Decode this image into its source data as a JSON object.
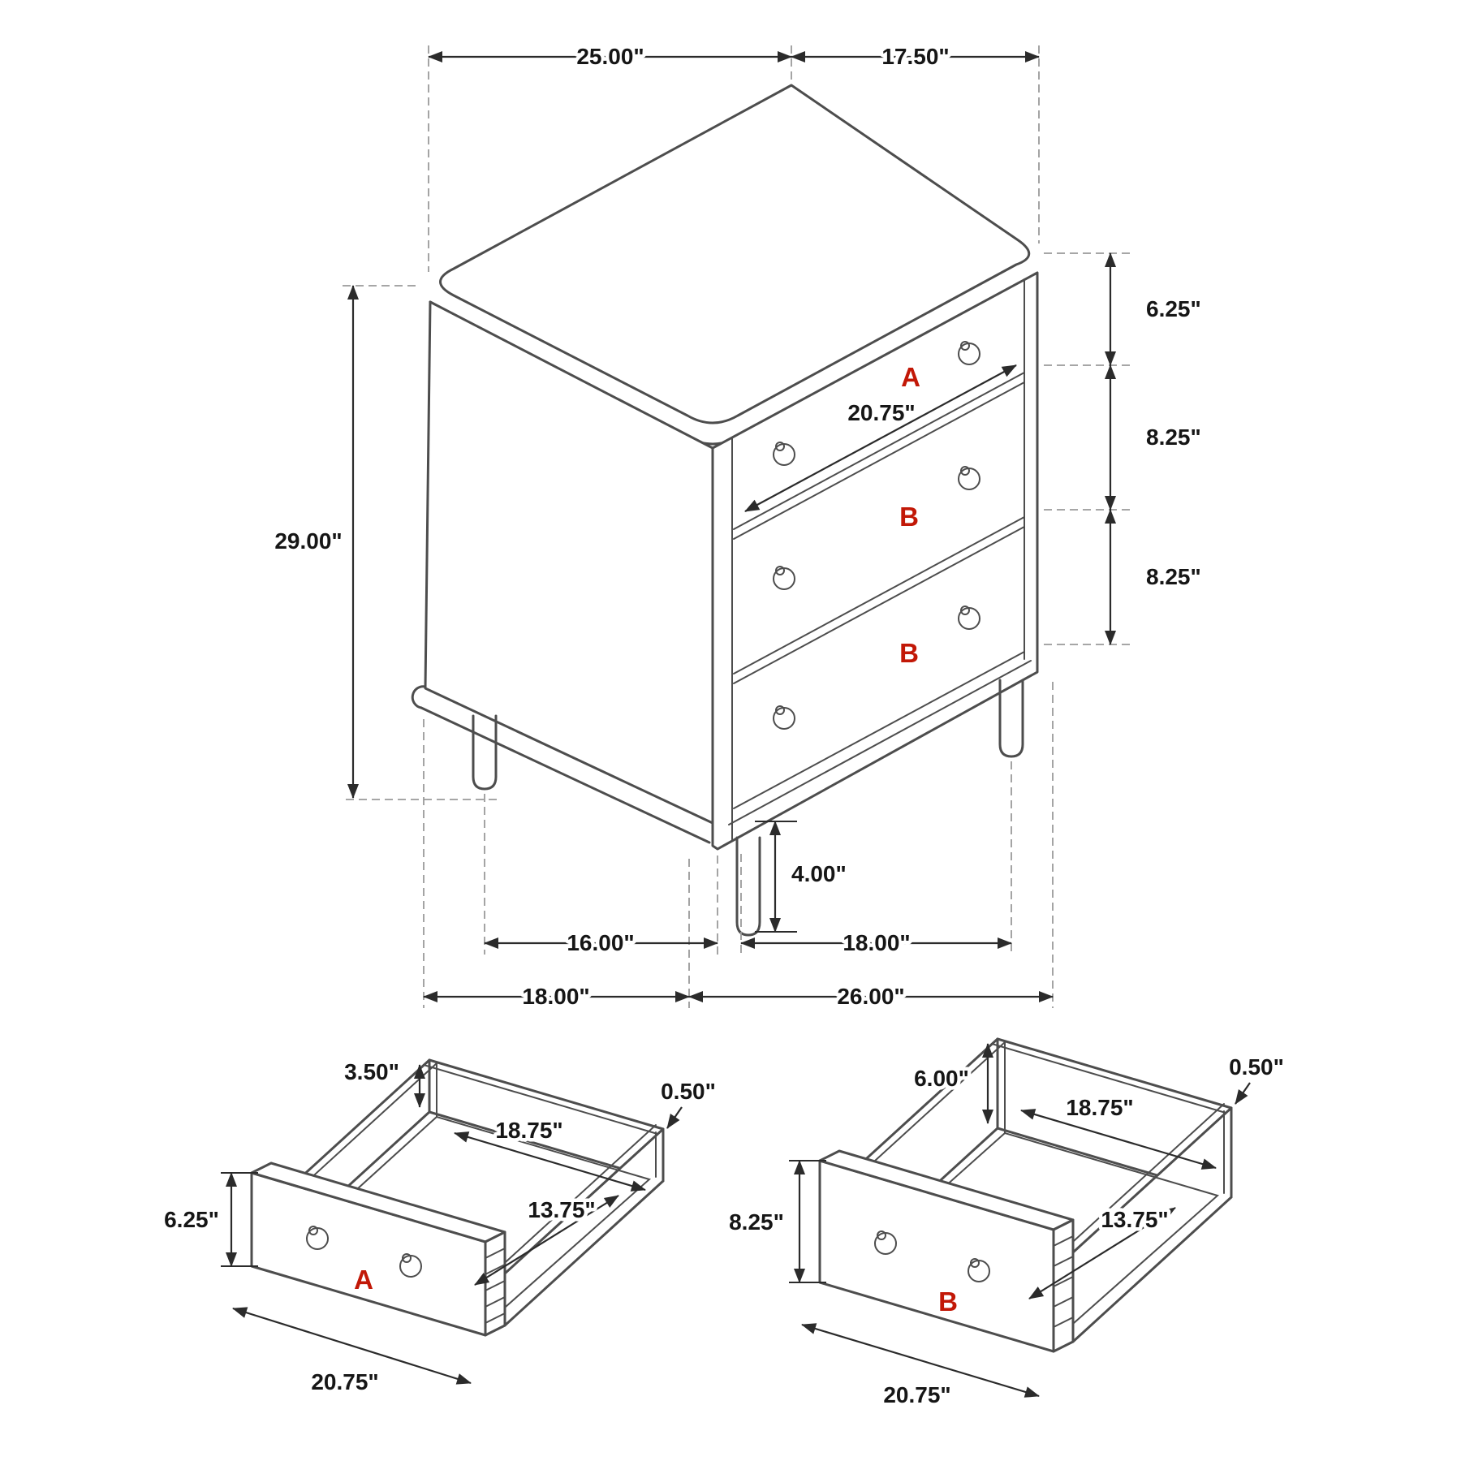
{
  "diagram": {
    "colors": {
      "line": "#4d4d4d",
      "dimension": "#2b2b2b",
      "label": "#161616",
      "accent_red": "#c21807",
      "extension": "#9a9a9a",
      "background": "#ffffff"
    },
    "main_view": {
      "top_width": "25.00\"",
      "top_depth": "17.50\"",
      "overall_height": "29.00\"",
      "top_drawer_height": "6.25\"",
      "middle_drawer_height": "8.25\"",
      "bottom_drawer_height": "8.25\"",
      "drawer_width": "20.75\"",
      "leg_height": "4.00\"",
      "front_leg_span": "16.00\"",
      "side_leg_span": "18.00\"",
      "base_depth": "18.00\"",
      "base_width": "26.00\"",
      "drawers": [
        {
          "label": "A"
        },
        {
          "label": "B"
        },
        {
          "label": "B"
        }
      ]
    },
    "drawer_a": {
      "label": "A",
      "back_height": "3.50\"",
      "inner_width": "18.75\"",
      "wall_thickness": "0.50\"",
      "front_height": "6.25\"",
      "inner_depth": "13.75\"",
      "front_width": "20.75\""
    },
    "drawer_b": {
      "label": "B",
      "back_height": "6.00\"",
      "inner_width": "18.75\"",
      "wall_thickness": "0.50\"",
      "front_height": "8.25\"",
      "inner_depth": "13.75\"",
      "front_width": "20.75\""
    }
  }
}
